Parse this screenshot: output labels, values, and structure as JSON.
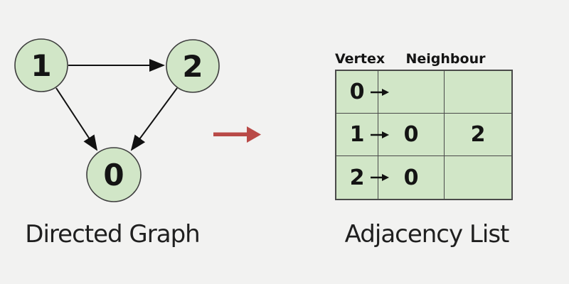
{
  "colors": {
    "background": "#f2f2f1",
    "node_fill": "#d1e6c7",
    "node_border": "#3d3d3d",
    "table_border": "#4a4a4a",
    "edge_stroke": "#111111",
    "transform_arrow_red": "#b94a47",
    "text": "#1c1c1c"
  },
  "graph": {
    "caption": "Directed Graph",
    "nodes": [
      {
        "label": "1"
      },
      {
        "label": "2"
      },
      {
        "label": "0"
      }
    ],
    "edges": [
      {
        "from": "1",
        "to": "2"
      },
      {
        "from": "1",
        "to": "0"
      },
      {
        "from": "2",
        "to": "0"
      }
    ]
  },
  "adjacency": {
    "caption": "Adjacency List",
    "headers": {
      "vertex": "Vertex",
      "neighbour": "Neighbour"
    },
    "rows": [
      {
        "vertex": "0",
        "neighbours": [
          "",
          ""
        ]
      },
      {
        "vertex": "1",
        "neighbours": [
          "0",
          "2"
        ]
      },
      {
        "vertex": "2",
        "neighbours": [
          "0",
          ""
        ]
      }
    ]
  }
}
